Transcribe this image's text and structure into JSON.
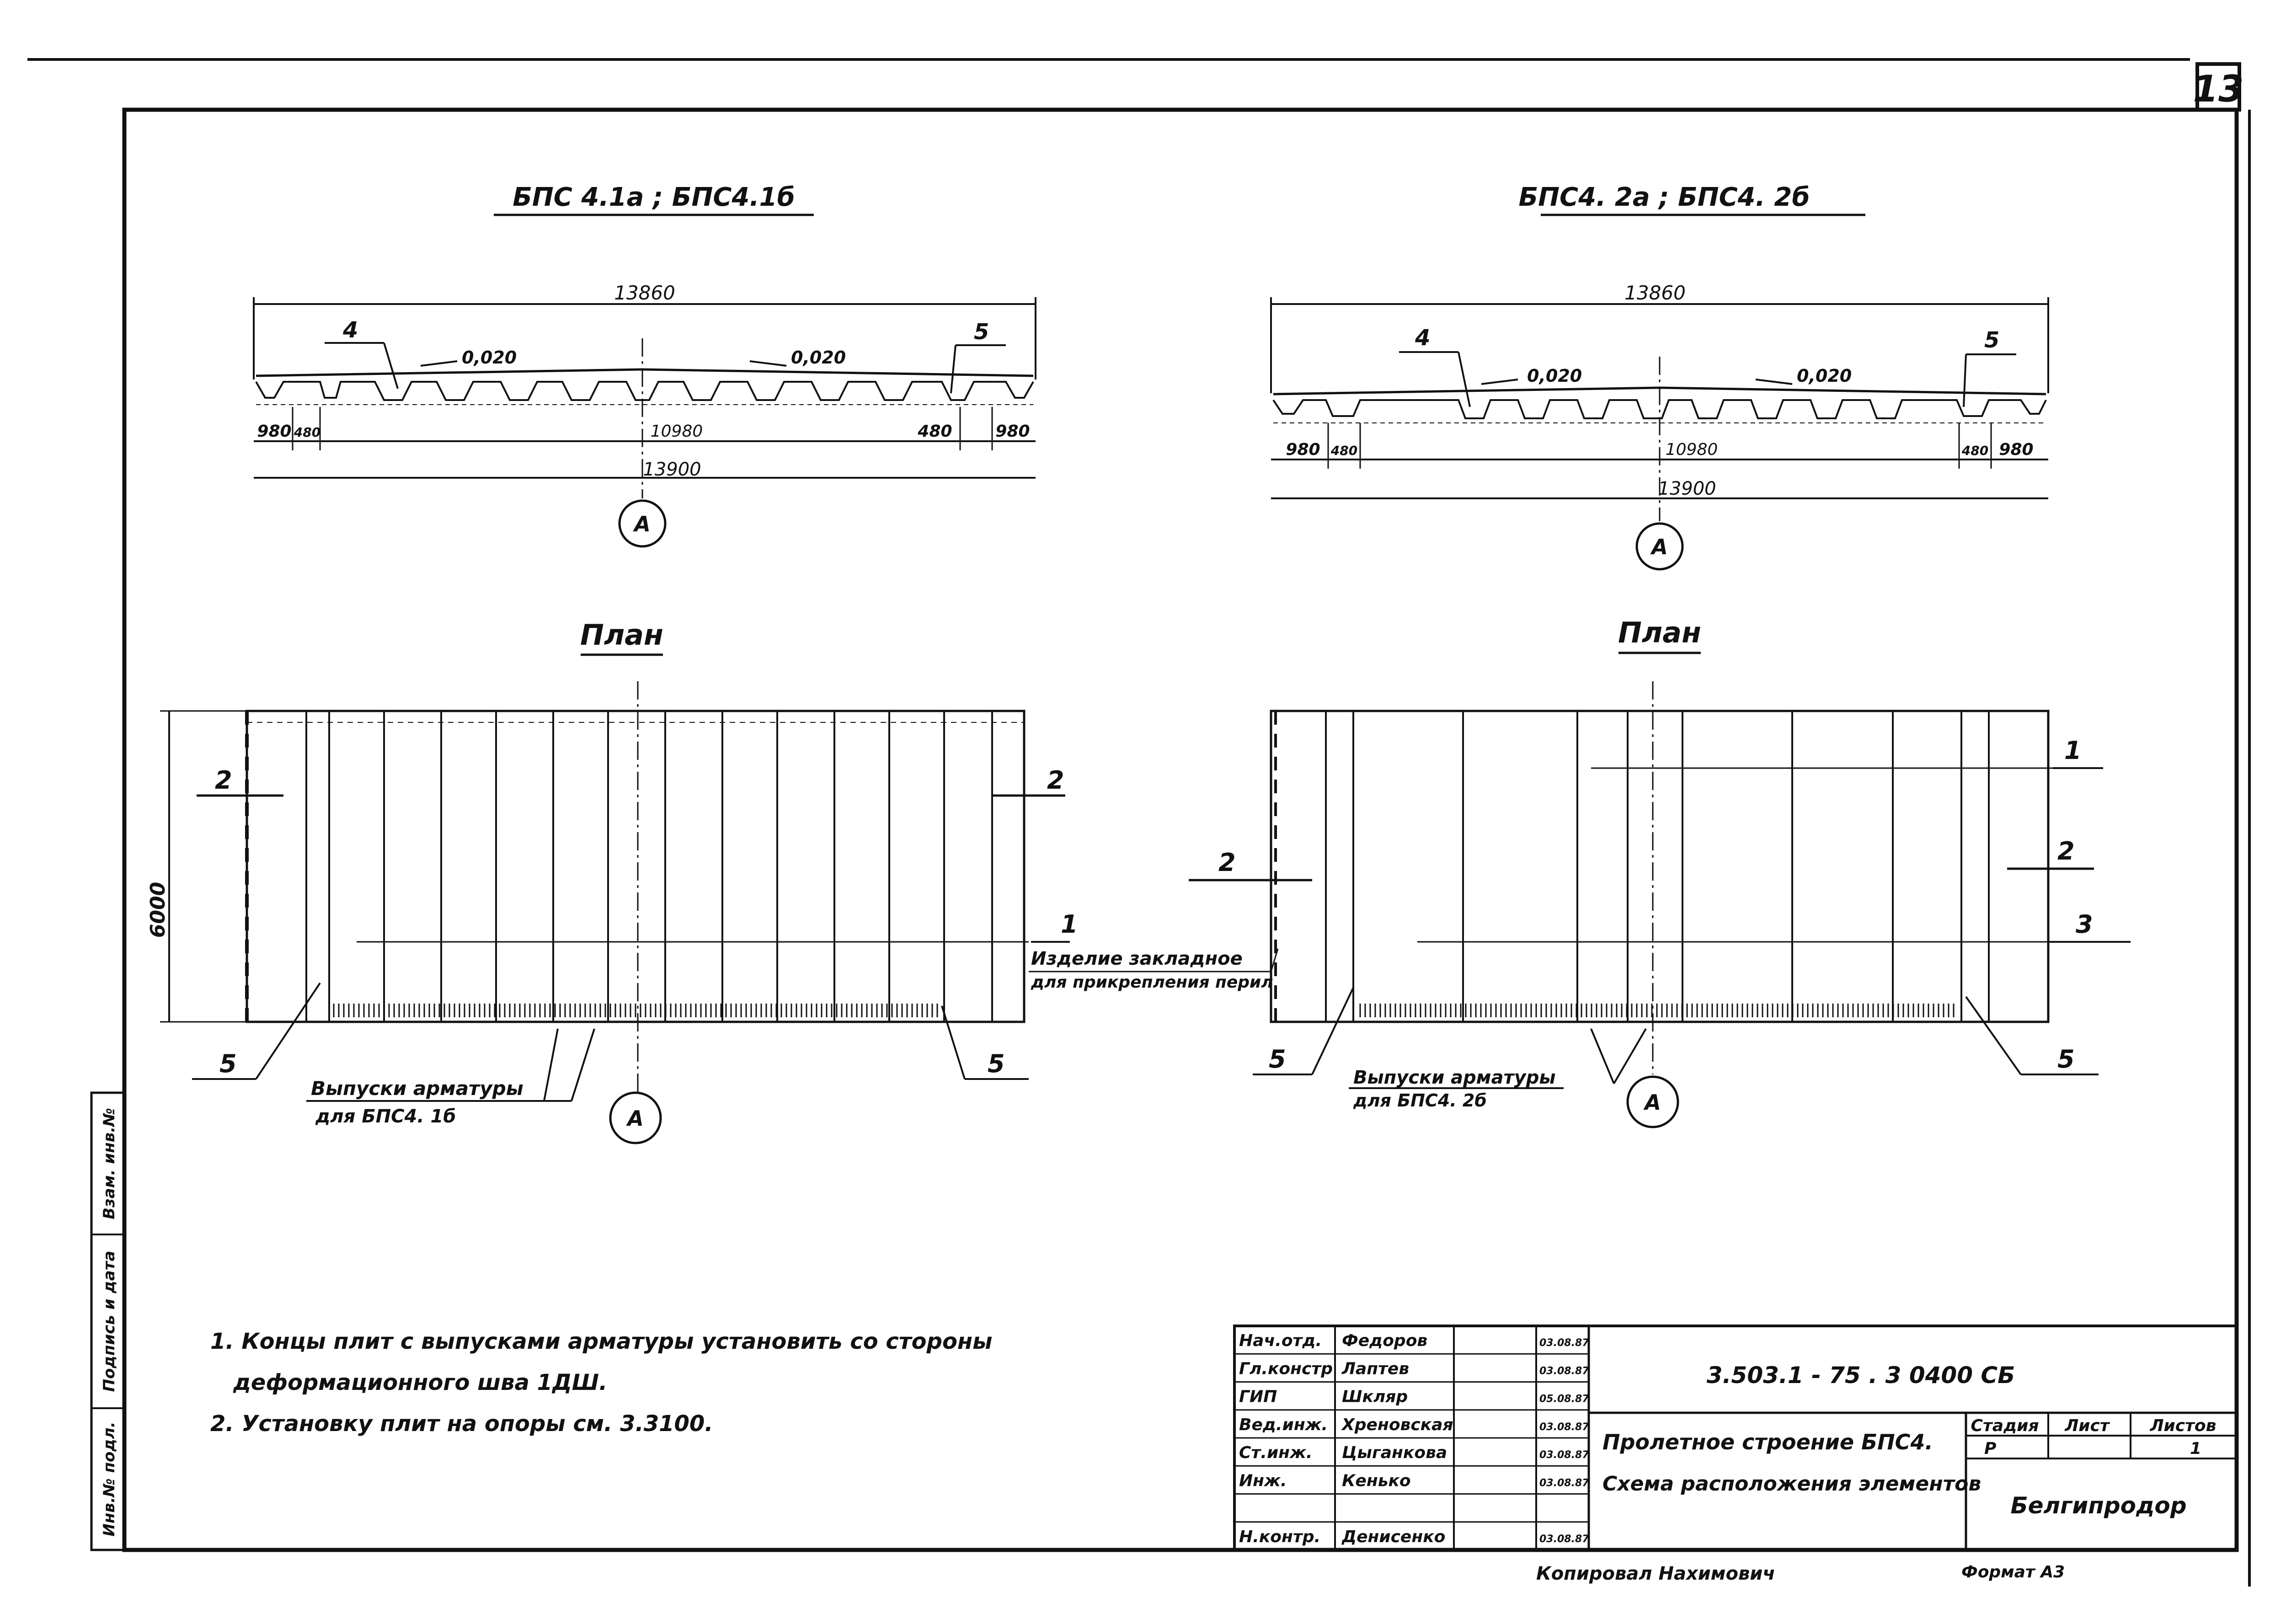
{
  "sheet_number": "13",
  "left": {
    "title": "БПС 4.1а ; БПС4.1б",
    "top_dim": "13860",
    "callout_left": "4",
    "callout_right": "5",
    "slope_left": "0,020",
    "slope_right": "0,020",
    "dim_end_left": "980",
    "dim_small_left": "480",
    "dim_center": "10980",
    "dim_small_right": "480",
    "dim_end_right": "980",
    "overall_dim": "13900",
    "section_mark": "А",
    "plan_title": "План",
    "width_dim": "6000",
    "section_2_left": "2",
    "section_2_right": "2",
    "label_1": "1",
    "label_5_left": "5",
    "label_5_right": "5",
    "embedded_line1": "Изделие закладное",
    "embedded_line2": "для прикрепления перил",
    "rebar_line1": "Выпуски арматуры",
    "rebar_line2": "для  БПС4. 1б",
    "plan_section_mark": "А"
  },
  "right": {
    "title": "БПС4. 2а ; БПС4. 2б",
    "top_dim": "13860",
    "callout_left": "4",
    "callout_right": "5",
    "slope_left": "0,020",
    "slope_right": "0,020",
    "dim_end_left": "980",
    "dim_small_left": "480",
    "dim_center": "10980",
    "dim_small_right": "480",
    "dim_end_right": "980",
    "overall_dim": "13900",
    "section_mark": "А",
    "plan_title": "План",
    "section_2_left": "2",
    "section_2_right": "2",
    "label_1": "1",
    "label_3": "3",
    "label_5_left": "5",
    "label_5_right": "5",
    "rebar_line1": "Выпуски арматуры",
    "rebar_line2": "для  БПС4. 2б",
    "plan_section_mark": "А"
  },
  "notes": [
    "1. Концы плит с выпусками арматуры установить со стороны",
    "деформационного шва 1ДШ.",
    "2. Установку плит на опоры см. 3.3100."
  ],
  "side_stamp": [
    "Инв.№ подл.",
    "Подпись и дата",
    "Взам. инв.№"
  ],
  "title_block": {
    "doc_code": "3.503.1 - 75 . 3   0400 СБ",
    "rows": [
      {
        "role": "Нач.отд.",
        "name": "Федоров",
        "date": "03.08.87"
      },
      {
        "role": "Гл.констр",
        "name": "Лаптев",
        "date": "03.08.87"
      },
      {
        "role": "ГИП",
        "name": "Шкляр",
        "date": "05.08.87"
      },
      {
        "role": "Вед.инж.",
        "name": "Хреновская",
        "date": "03.08.87"
      },
      {
        "role": "Ст.инж.",
        "name": "Цыганкова",
        "date": "03.08.87"
      },
      {
        "role": "Инж.",
        "name": "Кенько",
        "date": "03.08.87"
      },
      {
        "role": "",
        "name": "",
        "date": ""
      },
      {
        "role": "Н.контр.",
        "name": "Денисенко",
        "date": "03.08.87"
      }
    ],
    "description_line1": "Пролетное строение БПС4.",
    "description_line2": "Схема расположения элементов",
    "stage_header": "Стадия",
    "sheet_header": "Лист",
    "sheets_header": "Листов",
    "stage_value": "Р",
    "sheets_value": "1",
    "organization": "Белгипродор",
    "copied_by": "Копировал Нахимович",
    "format": "Формат А3"
  }
}
